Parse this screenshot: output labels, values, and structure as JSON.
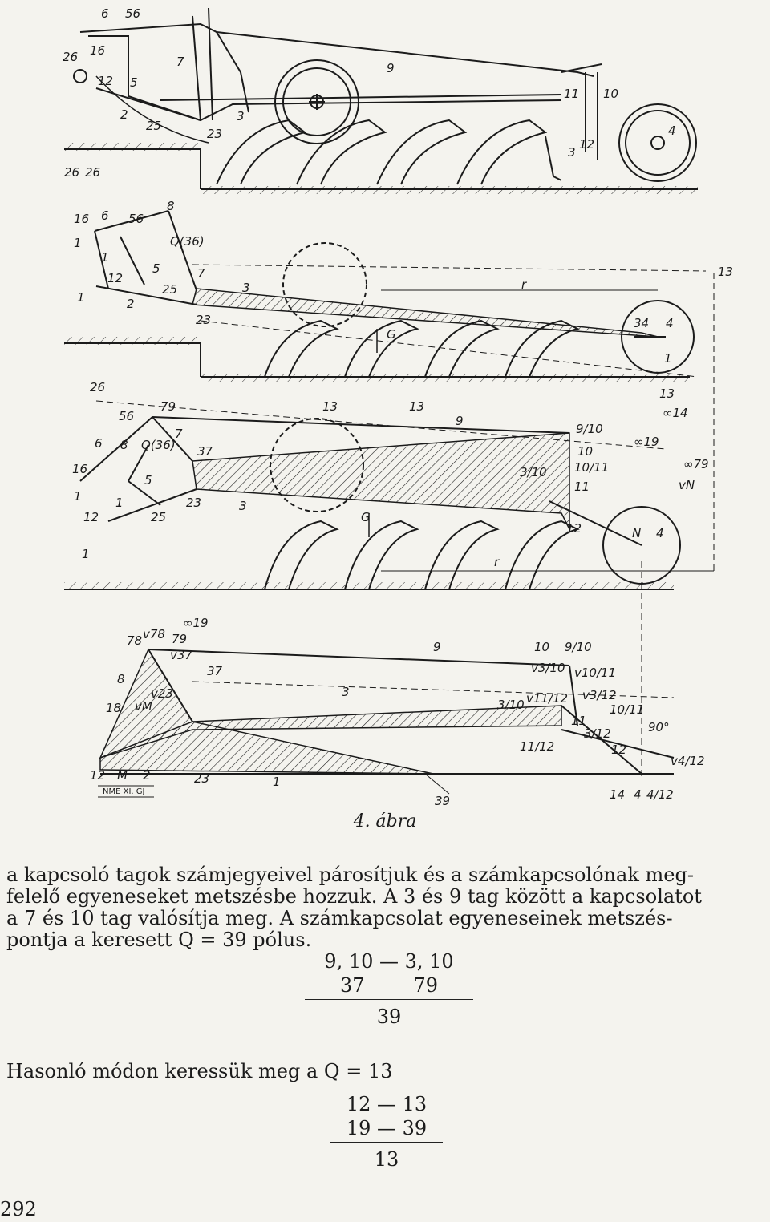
{
  "figure": {
    "caption": "4. ábra",
    "imprint": "NME XI. GJ"
  },
  "text": {
    "paragraph1_line1": "a kapcsoló tagok számjegyeivel párosítjuk és a számkapcsolónak meg-",
    "paragraph1_line2": "felelő egyeneseket metszésbe hozzuk. A 3 és 9 tag között a kapcsolatot",
    "paragraph1_line3": "a 7 és 10 tag valósítja meg. A számkapcsolat egyeneseinek metszés-",
    "paragraph1_line4": "pontja a keresett Q = 39 pólus.",
    "equation1": {
      "row1": "9, 10 — 3, 10",
      "row2": "37        79",
      "result": "39"
    },
    "paragraph2": "Hasonló módon keressük meg a Q = 13",
    "equation2": {
      "row1": "12 — 13",
      "row2": "19 — 39",
      "result": "13"
    },
    "page_number": "292"
  },
  "labels": {
    "top": [
      "6",
      "56",
      "26",
      "16",
      "12",
      "5",
      "7",
      "9",
      "2",
      "25",
      "23",
      "3",
      "11",
      "10",
      "4",
      "3",
      "12"
    ],
    "view2": [
      "26",
      "26",
      "16",
      "6",
      "56",
      "8",
      "Q(36)",
      "1",
      "1",
      "12",
      "5",
      "7",
      "1",
      "25",
      "2",
      "23",
      "3",
      "r",
      "13",
      "34",
      "4",
      "G",
      "1"
    ],
    "view3": [
      "26",
      "56",
      "79",
      "13",
      "13",
      "9",
      "6",
      "8",
      "Q(36)",
      "7",
      "37",
      "16",
      "5",
      "1",
      "1",
      "23",
      "3",
      "12",
      "25",
      "1",
      "G",
      "r",
      "9/10",
      "10",
      "3/10",
      "10/11",
      "11",
      "12",
      "N",
      "4",
      "13",
      "∞14",
      "∞19",
      "∞79",
      "vN"
    ],
    "view4": [
      "∞19",
      "78",
      "v78",
      "79",
      "v37",
      "37",
      "8",
      "9",
      "10",
      "9/10",
      "v3/10",
      "v10/11",
      "v3/12",
      "v11/12",
      "3/10",
      "3",
      "18",
      "vM",
      "v23",
      "10/11",
      "11",
      "3/12",
      "11/12",
      "12",
      "90°",
      "v4/12",
      "12",
      "M",
      "2",
      "23",
      "1",
      "39",
      "14",
      "4",
      "4/12"
    ]
  }
}
